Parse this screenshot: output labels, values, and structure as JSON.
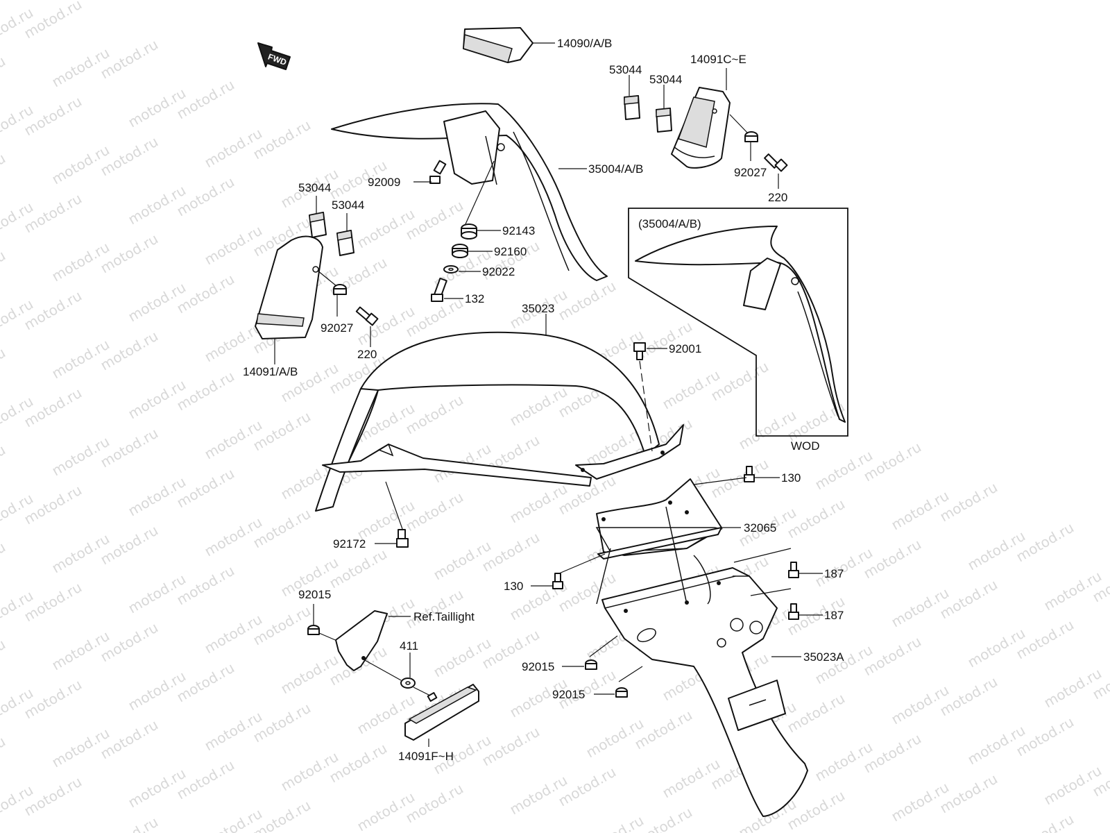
{
  "watermark": "motod.ru",
  "fwd_label": "FWD",
  "inset_title": "(35004/A/B)",
  "inset_caption": "WOD",
  "labels": {
    "p14090": "14090/A/B",
    "p14091ce": "14091C~E",
    "p53044_a": "53044",
    "p53044_b": "53044",
    "p53044_c": "53044",
    "p53044_d": "53044",
    "p92009": "92009",
    "p35004": "35004/A/B",
    "p92027_a": "92027",
    "p92027_b": "92027",
    "p220_a": "220",
    "p220_b": "220",
    "p92143": "92143",
    "p92160": "92160",
    "p92022": "92022",
    "p132": "132",
    "p35023": "35023",
    "p14091ab": "14091/A/B",
    "p92001": "92001",
    "p130_a": "130",
    "p130_b": "130",
    "p32065": "32065",
    "p92172": "92172",
    "p187_a": "187",
    "p187_b": "187",
    "p92015_a": "92015",
    "p92015_b": "92015",
    "p92015_c": "92015",
    "ref_taillight": "Ref.Taillight",
    "p411": "411",
    "p35023a": "35023A",
    "p14091fh": "14091F~H"
  }
}
